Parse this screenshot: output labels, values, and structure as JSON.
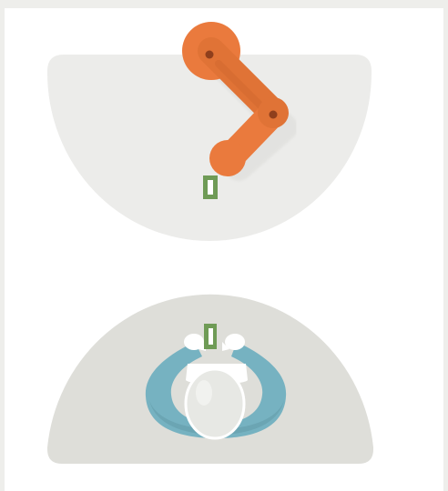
{
  "panels": [
    {
      "name": "robot-arm-panel",
      "elements": [
        "workspace-bowl",
        "robot-arm",
        "gripper-target"
      ]
    },
    {
      "name": "gripper-panel",
      "elements": [
        "workspace-dome",
        "gripper-hand",
        "egg-object",
        "gripper-target"
      ]
    }
  ],
  "colors": {
    "page_background": "#eeeeeb",
    "frame_background": "#ffffff",
    "bowl": "#ececea",
    "dome": "#deded9",
    "arm": "#ea7a3d",
    "arm_dark": "#c9612c",
    "joint": "#8f3f1c",
    "target": "#6f9b56",
    "target_dark": "#4e7a3a",
    "gripper": "#76b2c1",
    "gripper_dark": "#5f97a6",
    "egg": "#e7e8e4",
    "fingers": "#ffffff"
  }
}
